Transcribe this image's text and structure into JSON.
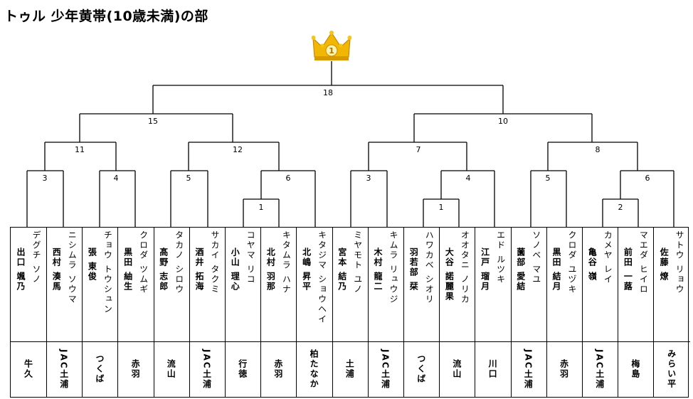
{
  "title": "トゥル 少年黄帯(10歳未満)の部",
  "crown": {
    "icon": "gold-crown-icon",
    "rank": "1",
    "color": "#f2b705"
  },
  "matches": [
    {
      "id": "m18",
      "label": "18"
    },
    {
      "id": "m15",
      "label": "15"
    },
    {
      "id": "m10",
      "label": "10"
    },
    {
      "id": "m11",
      "label": "11"
    },
    {
      "id": "m12",
      "label": "12"
    },
    {
      "id": "m7",
      "label": "7"
    },
    {
      "id": "m8",
      "label": "8"
    },
    {
      "id": "m3a",
      "label": "3"
    },
    {
      "id": "m4a",
      "label": "4"
    },
    {
      "id": "m5a",
      "label": "5"
    },
    {
      "id": "m6a",
      "label": "6"
    },
    {
      "id": "m3b",
      "label": "3"
    },
    {
      "id": "m4b",
      "label": "4"
    },
    {
      "id": "m5b",
      "label": "5"
    },
    {
      "id": "m6b",
      "label": "6"
    },
    {
      "id": "m1a",
      "label": "1"
    },
    {
      "id": "m1b",
      "label": "1"
    },
    {
      "id": "m2",
      "label": "2"
    }
  ],
  "players": [
    {
      "kana": "デグチ ソノ",
      "name": "出口 颯乃",
      "club": "牛久"
    },
    {
      "kana": "ニシムラ ソウマ",
      "name": "西村 湊馬",
      "club": "JAC土浦"
    },
    {
      "kana": "チョウ トウシュン",
      "name": "張 東俊",
      "club": "つくば"
    },
    {
      "kana": "クロダ ツムギ",
      "name": "黒田 紬生",
      "club": "赤羽"
    },
    {
      "kana": "タカノ シロウ",
      "name": "髙野 志郎",
      "club": "流山"
    },
    {
      "kana": "サカイ タクミ",
      "name": "酒井 拓海",
      "club": "JAC土浦"
    },
    {
      "kana": "コヤマ リコ",
      "name": "小山 理心",
      "club": "行徳"
    },
    {
      "kana": "キタムラ ハナ",
      "name": "北村 羽那",
      "club": "赤羽"
    },
    {
      "kana": "キタジマ ショウヘイ",
      "name": "北嶋 昇平",
      "club": "柏たなか"
    },
    {
      "kana": "ミヤモト ユノ",
      "name": "宮本 結乃",
      "club": "土浦"
    },
    {
      "kana": "キムラ リュウジ",
      "name": "木村 龍二",
      "club": "JAC土浦"
    },
    {
      "kana": "ハワカベ シオリ",
      "name": "羽若部 栞",
      "club": "つくば"
    },
    {
      "kana": "オオタニ ノリカ",
      "name": "大谷 諾麗果",
      "club": "流山"
    },
    {
      "kana": "エド ルツキ",
      "name": "江戸 瑠月",
      "club": "川口"
    },
    {
      "kana": "ソノベ マユ",
      "name": "薗部 愛結",
      "club": "JAC土浦"
    },
    {
      "kana": "クロダ ユヅキ",
      "name": "黒田 結月",
      "club": "赤羽"
    },
    {
      "kana": "カメヤ レイ",
      "name": "亀谷 嶺",
      "club": "JAC土浦"
    },
    {
      "kana": "マエダ ヒイロ",
      "name": "前田 一蕗",
      "club": "梅島"
    },
    {
      "kana": "サトウ リョウ",
      "name": "佐藤 燎",
      "club": "みらい平"
    }
  ]
}
